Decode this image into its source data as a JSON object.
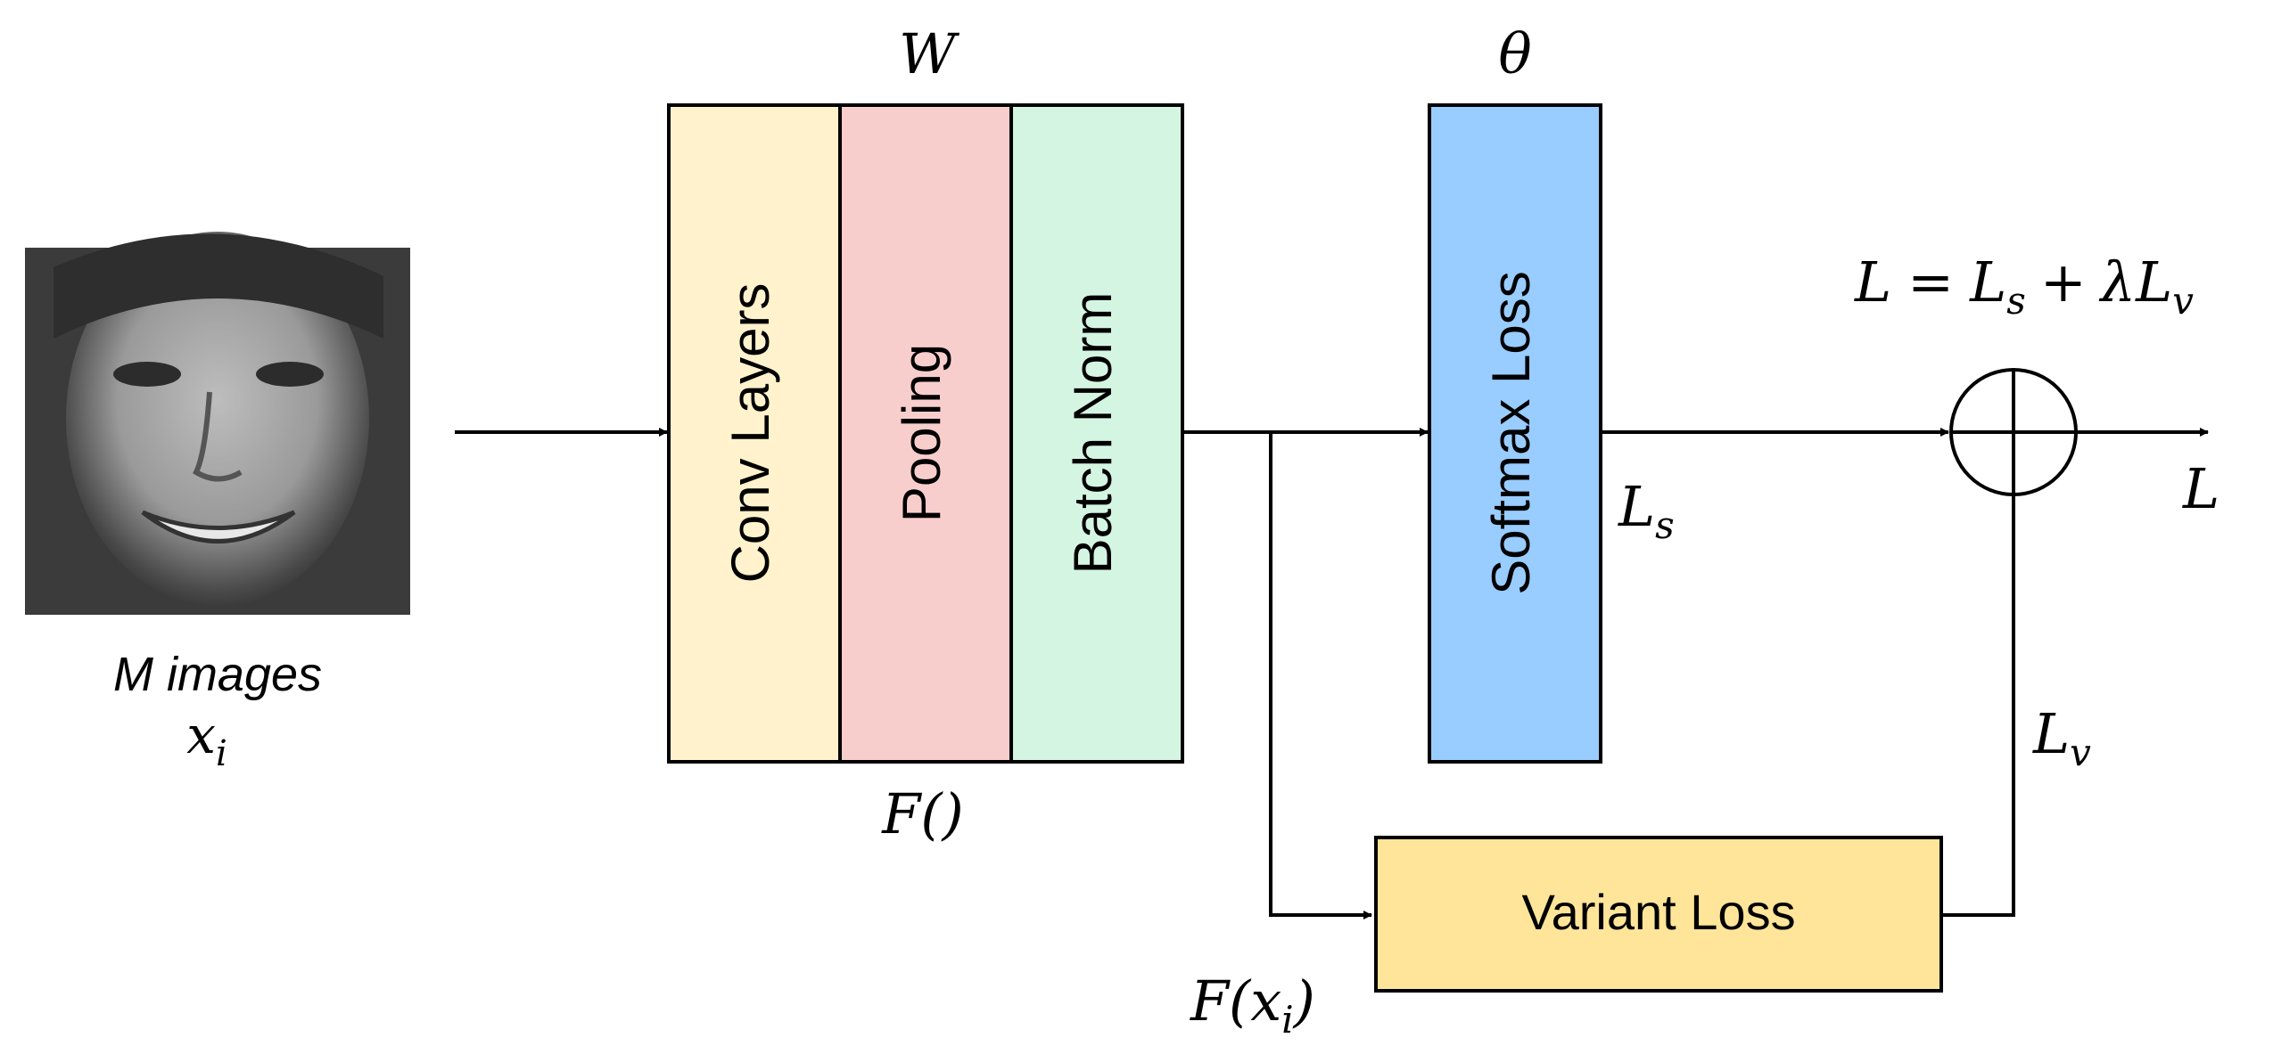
{
  "input": {
    "caption_line1": "M images",
    "caption_line2": "x",
    "caption_line2_sub": "i"
  },
  "network": {
    "weights_label": "W",
    "function_label": "F()",
    "blocks": [
      {
        "label": "Conv Layers",
        "fill": "#FFF2CC"
      },
      {
        "label": "Pooling",
        "fill": "#F8CECC"
      },
      {
        "label": "Batch Norm",
        "fill": "#D5F5E3"
      }
    ]
  },
  "softmax": {
    "param_label": "θ",
    "label": "Softmax Loss",
    "fill": "#99CCFF",
    "output_label": "L",
    "output_sub": "s"
  },
  "variant": {
    "label": "Variant Loss",
    "fill": "#FFE599",
    "input_label_f": "F(",
    "input_label_x": "x",
    "input_label_sub": "i",
    "input_label_close": ")",
    "output_label": "L",
    "output_sub": "v"
  },
  "combiner": {
    "equation": [
      "L",
      "s",
      "v"
    ],
    "equation_text": "L = L_s + λL_v",
    "eq_L": "L",
    "eq_eq": "=",
    "eq_Ls": "L",
    "eq_Ls_sub": "s",
    "eq_plus": "+",
    "eq_lambda": "λ",
    "eq_Lv": "L",
    "eq_Lv_sub": "v",
    "output_label": "L"
  },
  "colors": {
    "stroke": "#000000",
    "face_bg": "#7a7a7a"
  }
}
